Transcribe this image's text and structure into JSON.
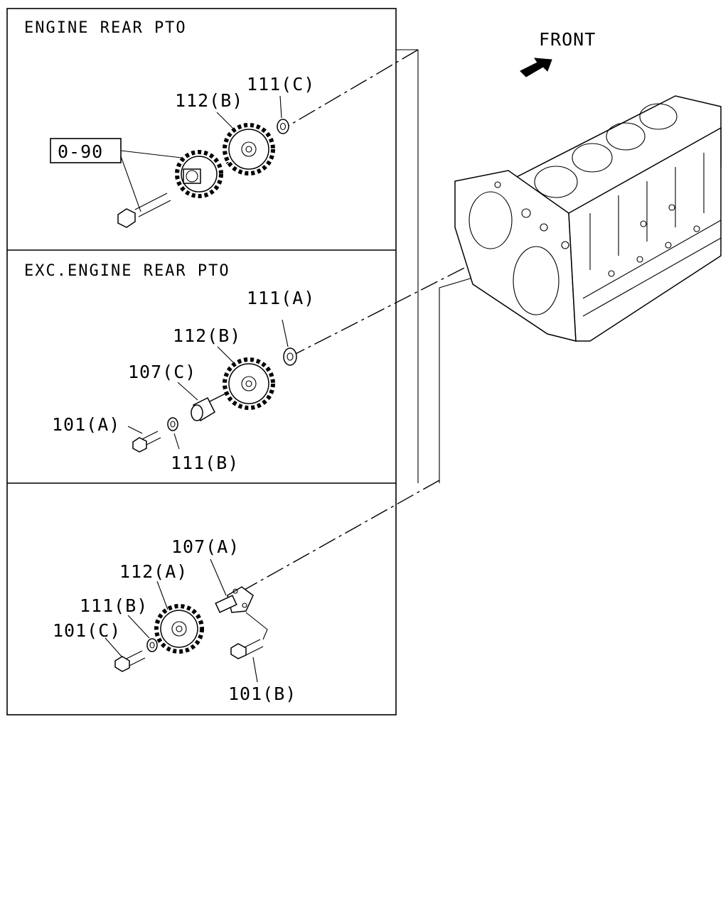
{
  "diagram": {
    "panels": [
      {
        "title": "ENGINE REAR PTO"
      },
      {
        "title": "EXC.ENGINE REAR PTO"
      },
      {
        "title": ""
      }
    ],
    "front_label": "FRONT",
    "ref_box": "0-90",
    "callouts": {
      "p1_111c": "111(C)",
      "p1_112b": "112(B)",
      "p2_111a": "111(A)",
      "p2_112b": "112(B)",
      "p2_107c": "107(C)",
      "p2_101a": "101(A)",
      "p2_111b": "111(B)",
      "p3_107a": "107(A)",
      "p3_112a": "112(A)",
      "p3_111b": "111(B)",
      "p3_101c": "101(C)",
      "p3_101b": "101(B)"
    }
  }
}
